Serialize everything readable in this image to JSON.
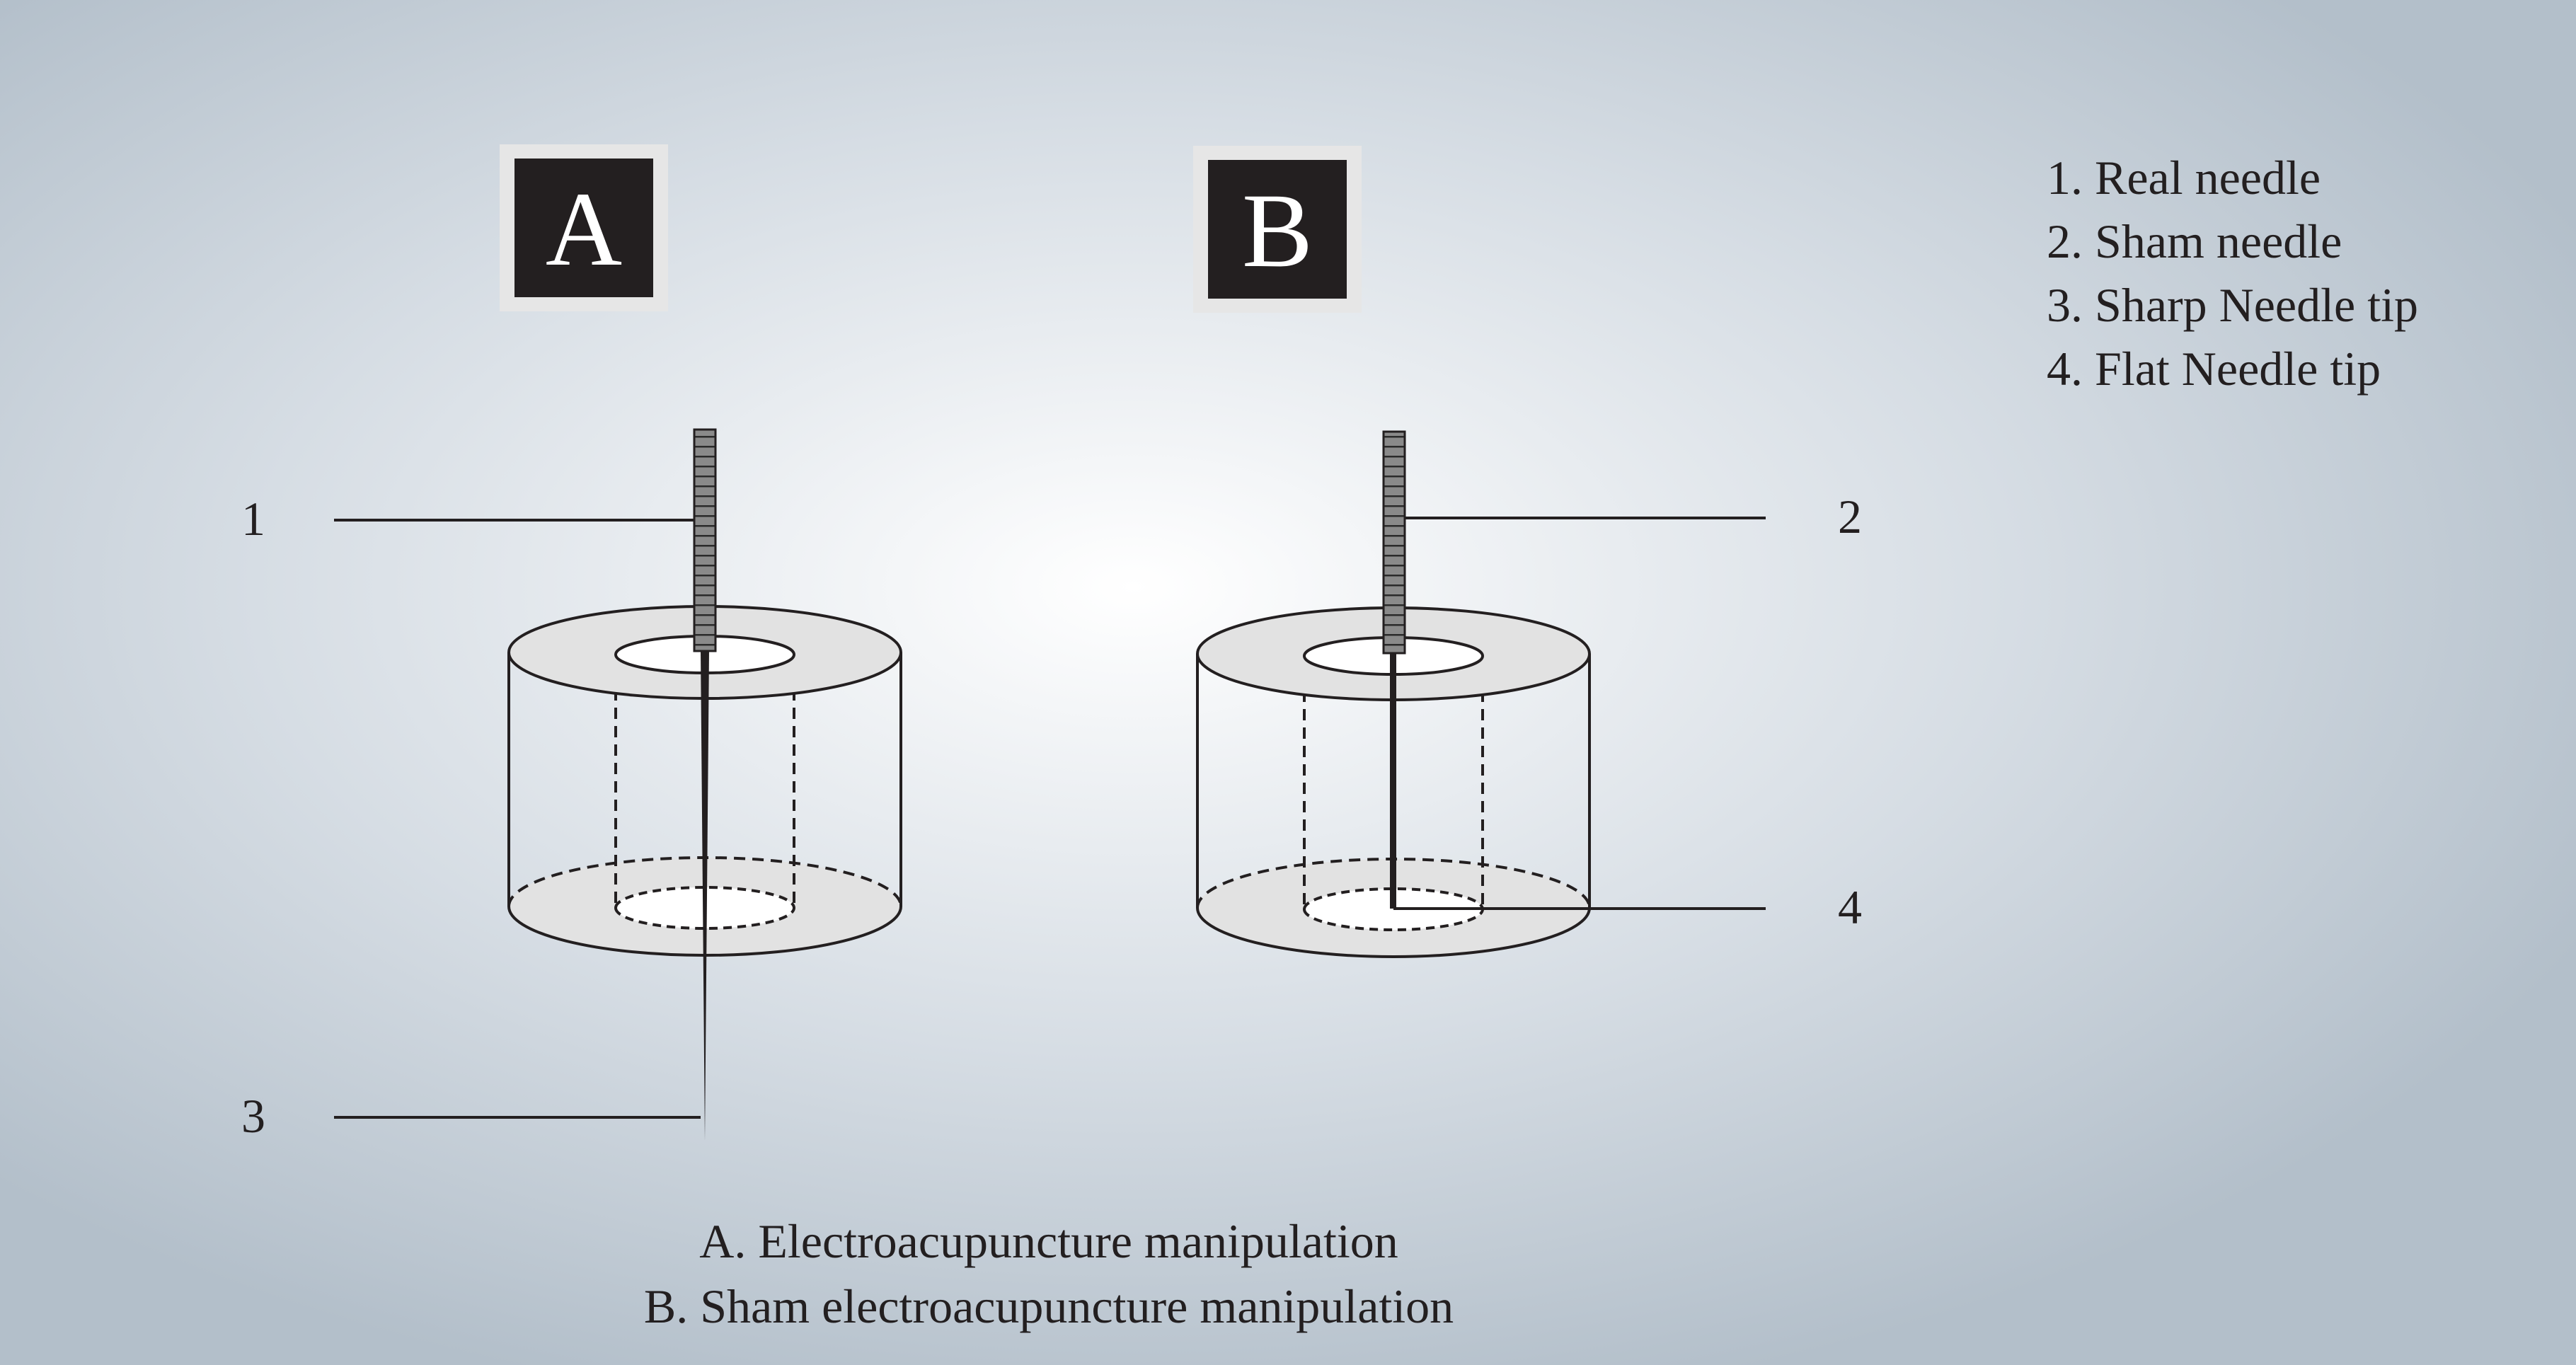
{
  "panels": {
    "a": {
      "letter": "A"
    },
    "b": {
      "letter": "B"
    }
  },
  "callouts": {
    "real_needle": "1",
    "sham_needle": "2",
    "sharp_tip": "3",
    "flat_tip": "4"
  },
  "legend": {
    "items": [
      "1. Real needle",
      "2. Sham needle",
      "3. Sharp Needle tip",
      "4. Flat Needle tip"
    ]
  },
  "caption": {
    "line_a": "A. Electroacupuncture manipulation",
    "line_b": "B. Sham electroacupuncture manipulation"
  },
  "colors": {
    "background_center": "#ffffff",
    "background_edge": "#b3bfca",
    "label_box": "#231f20",
    "label_box_border": "#e6e6e6",
    "cylinder_face": "#e2e2e2",
    "ink": "#231f20"
  }
}
